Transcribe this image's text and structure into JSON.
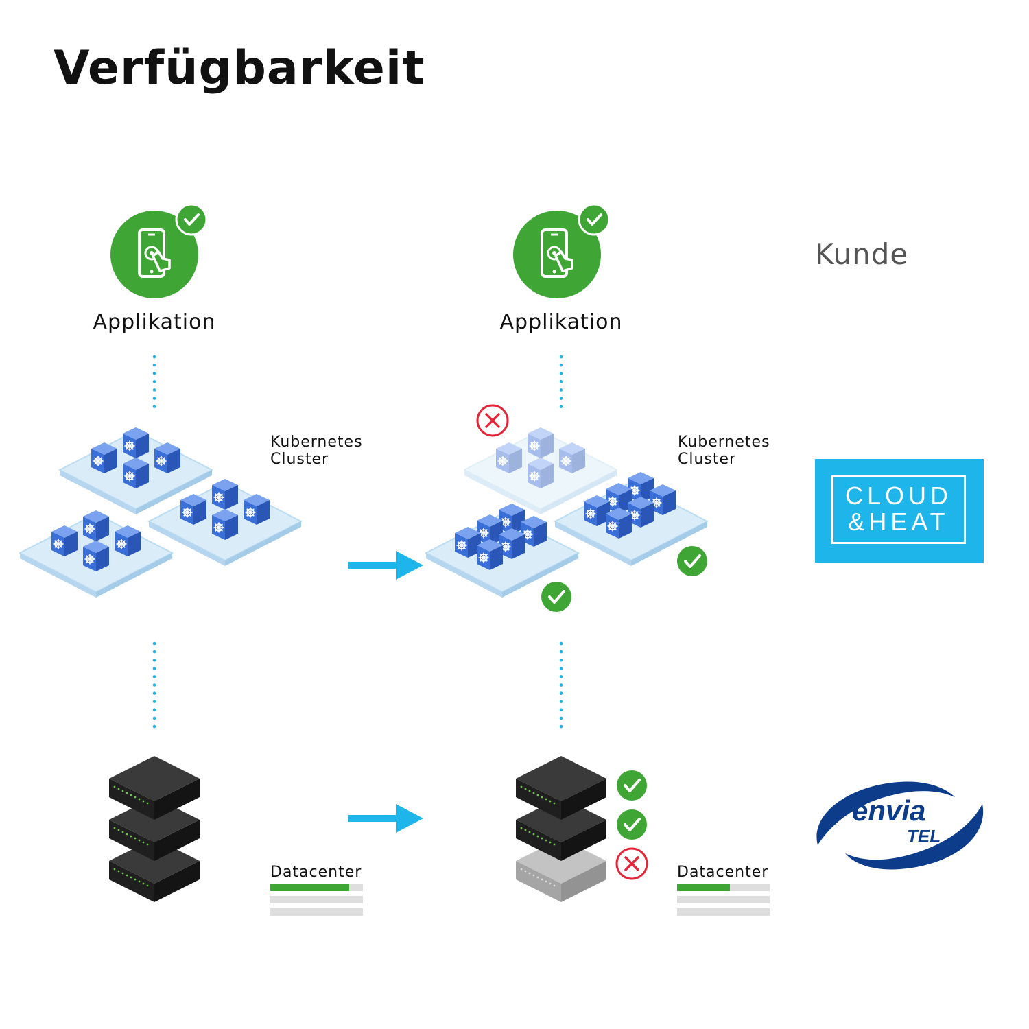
{
  "title": "Verfügbarkeit",
  "layers": {
    "kunde": "Kunde",
    "cloud_logo": {
      "line1": "CLOUD",
      "line2": "&HEAT"
    },
    "envia_logo": {
      "word": "envia",
      "sub": "TEL"
    }
  },
  "before": {
    "application_label": "Applikation",
    "application_status": "ok",
    "cluster_label": "Kubernetes\nCluster",
    "datacenter_label": "Datacenter",
    "datacenter_capacity": 0.85
  },
  "after": {
    "application_label": "Applikation",
    "application_status": "ok",
    "cluster_label": "Kubernetes\nCluster",
    "cluster_status": [
      "failed",
      "ok",
      "ok"
    ],
    "datacenter_label": "Datacenter",
    "datacenter_status": [
      "ok",
      "ok",
      "failed"
    ],
    "datacenter_capacity": 0.57
  },
  "colors": {
    "green": "#3fa535",
    "red": "#e3263a",
    "arrow": "#1eb6ea",
    "node": "#3b6fd8",
    "platform": "#cfe7f7",
    "server": "#232323",
    "cloud_brand": "#1eb6ea",
    "envia_brand": "#0c3c8a"
  },
  "icons": [
    "check-icon",
    "cross-icon",
    "arrow-right-icon",
    "touch-phone-icon",
    "kubernetes-helm-icon",
    "server-icon"
  ]
}
